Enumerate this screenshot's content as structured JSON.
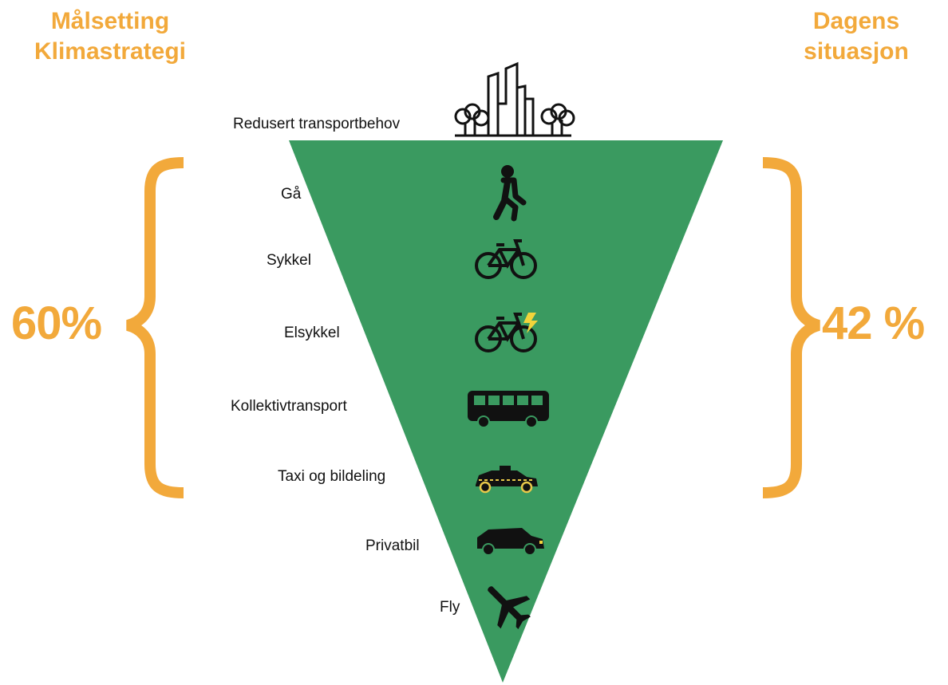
{
  "left": {
    "heading_line1": "Målsetting",
    "heading_line2": "Klimastrategi",
    "percent": "60%"
  },
  "right": {
    "heading_line1": "Dagens",
    "heading_line2": "situasjon",
    "percent": "42 %"
  },
  "top_label": "Redusert transportbehov",
  "modes": [
    {
      "label": "Gå",
      "icon": "walking-person-icon"
    },
    {
      "label": "Sykkel",
      "icon": "bicycle-icon"
    },
    {
      "label": "Elsykkel",
      "icon": "electric-bicycle-icon"
    },
    {
      "label": "Kollektivtransport",
      "icon": "bus-icon"
    },
    {
      "label": "Taxi og bildeling",
      "icon": "taxi-icon"
    },
    {
      "label": "Privatbil",
      "icon": "car-icon"
    },
    {
      "label": "Fly",
      "icon": "airplane-icon"
    }
  ],
  "colors": {
    "triangle": "#3A9A60",
    "accent": "#F2A93B",
    "bolt": "#F2D43B"
  }
}
